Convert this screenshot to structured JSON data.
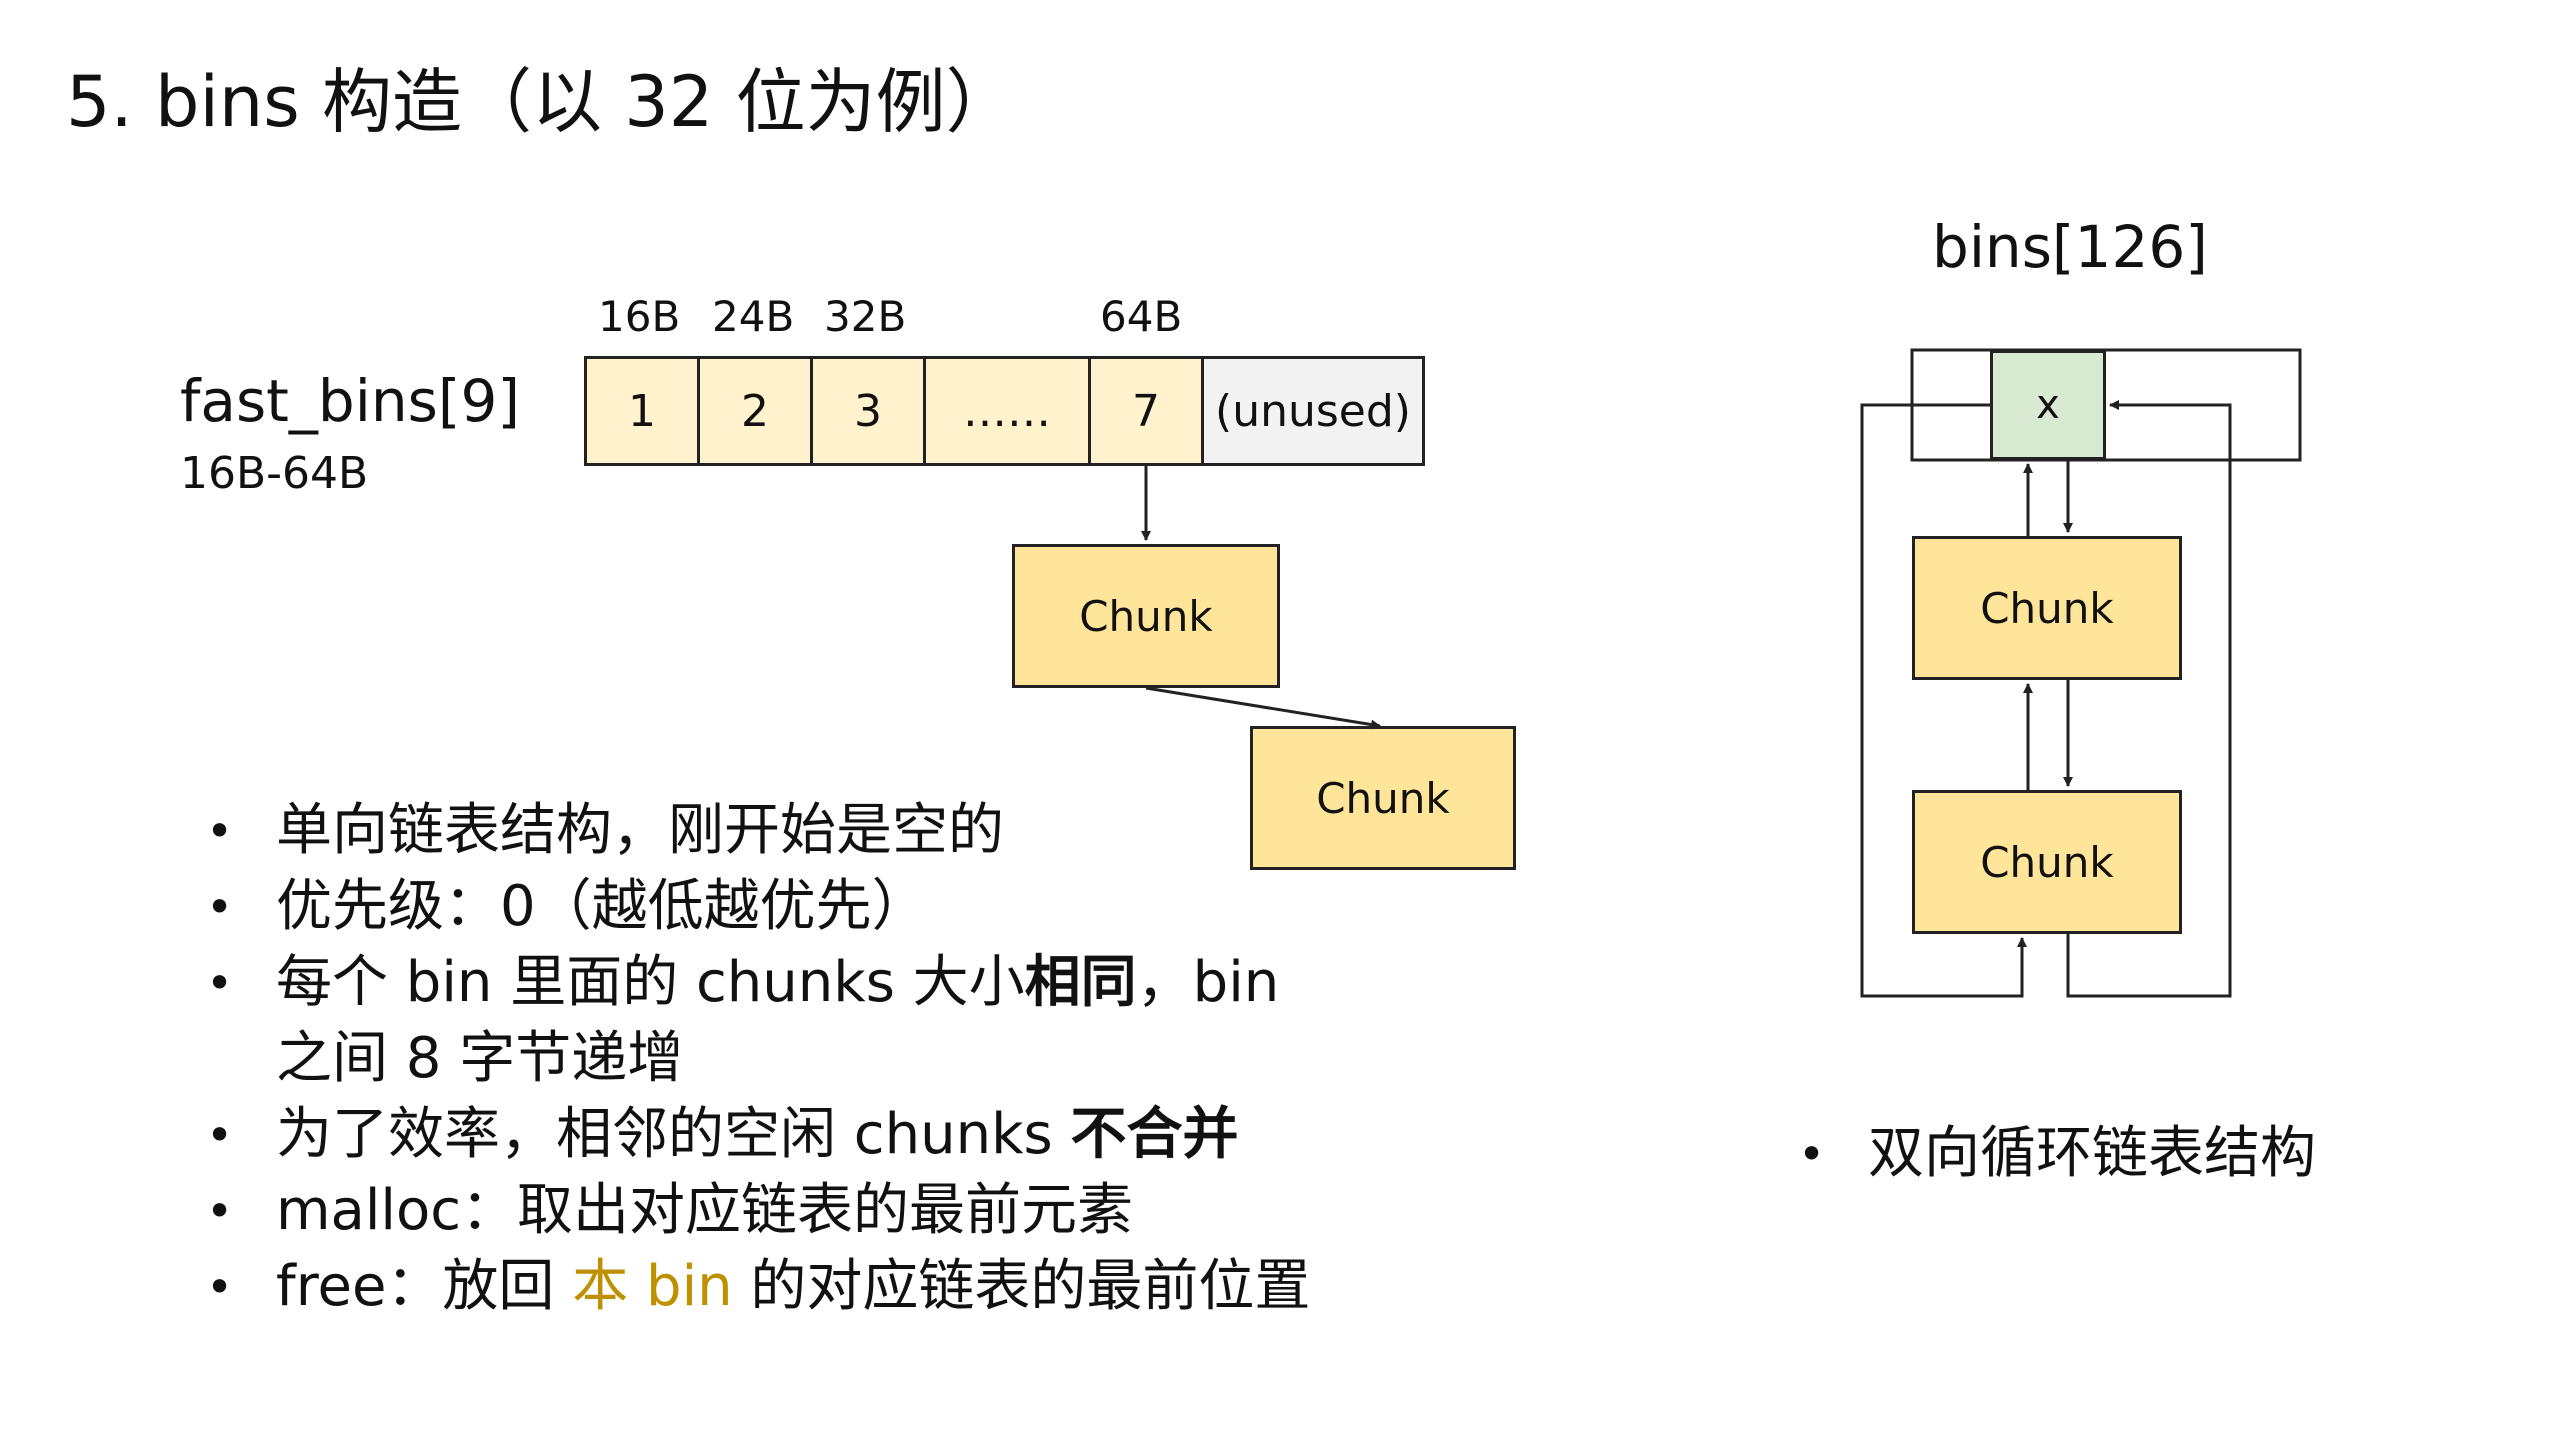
{
  "title": "5. bins 构造（以 32 位为例）",
  "fast_bins": {
    "label": "fast_bins[9]",
    "range": "16B-64B",
    "size_labels": [
      "16B",
      "24B",
      "32B",
      "64B"
    ],
    "cells": [
      "1",
      "2",
      "3",
      "……",
      "7",
      "(unused)"
    ],
    "chunks": [
      "Chunk",
      "Chunk"
    ]
  },
  "bins": {
    "label": "bins[126]",
    "head": "x",
    "chunks": [
      "Chunk",
      "Chunk"
    ]
  },
  "left_bullets": {
    "b1": "单向链表结构，刚开始是空的",
    "b2": "优先级：0（越低越优先）",
    "b3_pre": "每个 bin 里面的 chunks 大小",
    "b3_bold": "相同",
    "b3_post": "，bin",
    "b3_cont": "之间 8 字节递增",
    "b4_pre": "为了效率，相邻的空闲 chunks ",
    "b4_bold": "不合并",
    "b5": "malloc：取出对应链表的最前元素",
    "b6_pre": "free：放回 ",
    "b6_hl": "本 bin",
    "b6_post": " 的对应链表的最前位置"
  },
  "right_bullets": {
    "b1": "双向循环链表结构"
  },
  "colors": {
    "cell_fill": "#fff2cc",
    "chunk_fill": "#ffe599",
    "head_fill": "#d9ead3",
    "unused_fill": "#f2f2f2",
    "highlight": "#bf9000"
  }
}
